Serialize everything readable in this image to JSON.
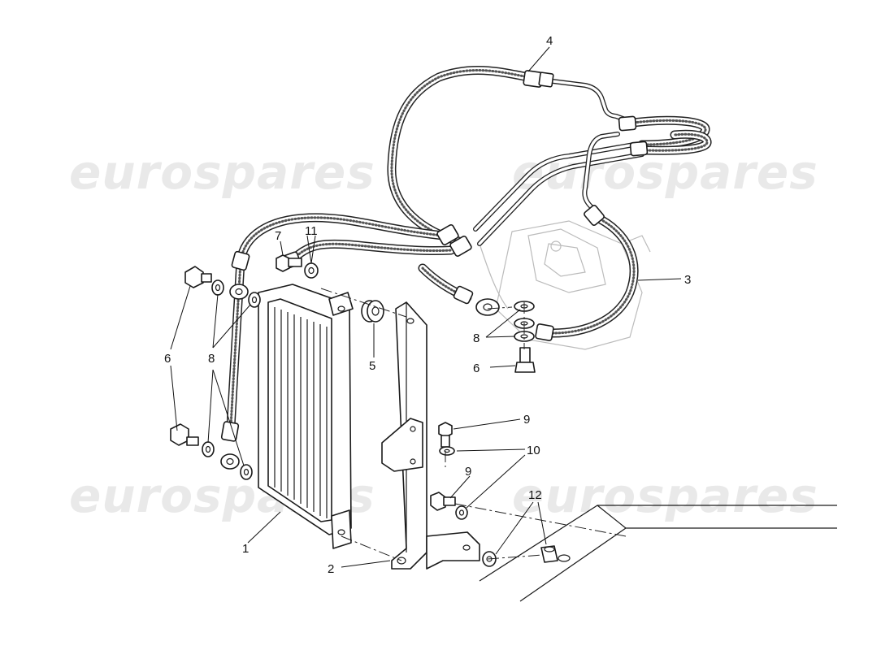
{
  "watermark": {
    "text": "eurospares"
  },
  "callouts": [
    {
      "id": "c1",
      "label": "1"
    },
    {
      "id": "c2",
      "label": "2"
    },
    {
      "id": "c3",
      "label": "3"
    },
    {
      "id": "c4",
      "label": "4"
    },
    {
      "id": "c5",
      "label": "5"
    },
    {
      "id": "c6a",
      "label": "6"
    },
    {
      "id": "c6b",
      "label": "6"
    },
    {
      "id": "c7",
      "label": "7"
    },
    {
      "id": "c8a",
      "label": "8"
    },
    {
      "id": "c8b",
      "label": "8"
    },
    {
      "id": "c9a",
      "label": "9"
    },
    {
      "id": "c9b",
      "label": "9"
    },
    {
      "id": "c10",
      "label": "10"
    },
    {
      "id": "c11",
      "label": "11"
    },
    {
      "id": "c12",
      "label": "12"
    }
  ]
}
